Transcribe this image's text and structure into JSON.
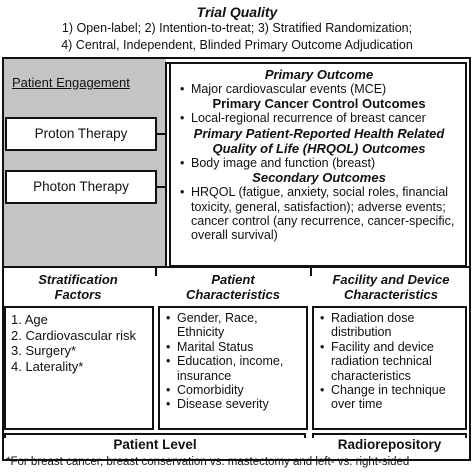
{
  "trial_quality": {
    "title": "Trial Quality",
    "line1": "1)   Open-label; 2) Intention-to-treat; 3) Stratified Randomization;",
    "line2": "4) Central, Independent, Blinded Primary Outcome Adjudication"
  },
  "patient_engagement": {
    "label": "Patient Engagement",
    "proton": "Proton Therapy",
    "photon": "Photon Therapy"
  },
  "outcomes": {
    "primary_title": "Primary Outcome",
    "primary_item": "Major cardiovascular events (MCE)",
    "cancer_title": "Primary Cancer Control Outcomes",
    "cancer_item": "Local-regional recurrence of breast cancer",
    "hrqol_title_1": "Primary Patient-Reported Health Related",
    "hrqol_title_2": "Quality of Life (HRQOL) Outcomes",
    "hrqol_item": "Body image and function (breast)",
    "secondary_title": "Secondary Outcomes",
    "secondary_item1": "HRQOL (fatigue, anxiety, social roles, financial toxicity, general, satisfaction); adverse events; cancer control (any recurrence, cancer-specific, overall survival)"
  },
  "stratification": {
    "title_1": "Stratification",
    "title_2": "Factors",
    "items": [
      "1. Age",
      "2. Cardiovascular risk",
      "3. Surgery*",
      "4. Laterality*"
    ]
  },
  "patient_characteristics": {
    "title_1": "Patient",
    "title_2": "Characteristics",
    "items": [
      "Gender, Race, Ethnicity",
      "Marital Status",
      "Education, income, insurance",
      "Comorbidity",
      "Disease severity"
    ]
  },
  "facility": {
    "title_1": "Facility and Device",
    "title_2": "Characteristics",
    "items": [
      "Radiation dose distribution",
      "Facility and device radiation technical characteristics",
      "Change in technique over time"
    ]
  },
  "footer": {
    "patient_level": "Patient Level",
    "radiorepository": "Radiorepository",
    "footnote": "*For breast cancer, breast conservation vs. mastectomy and left- vs. right-sided"
  }
}
